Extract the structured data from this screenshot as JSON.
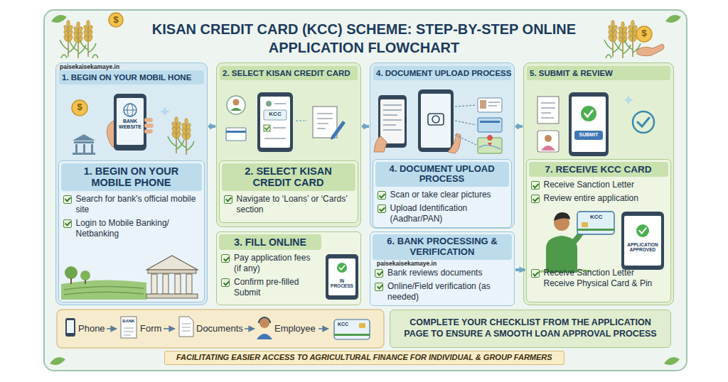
{
  "diagram": {
    "title": "KISAN CREDIT CARD (KCC) SCHEME: STEP-BY-STEP ONLINE APPLICATION FLOWCHART",
    "nodes": [
      {
        "text": [
          "1. BEGIN ON YOUR MOBIL HONE"
        ]
      },
      {
        "text": [
          "1. BEGIN ON YOUR MOBILE PHONE",
          "Search for bank's official mobile site",
          "Login to Mobile Banking/ Netbanking"
        ],
        "in": 0
      },
      {
        "text": [
          "2. SELECT KISAN CREDIT CARD"
        ]
      },
      {
        "text": [
          "2. SELECT KISAN CREDIT CARD",
          "Navigate to ‘Loans’ or ‘Cards’ section"
        ],
        "in": 2
      },
      {
        "text": [
          "3. FILL ONLINE",
          "Pay application fees (if any)",
          "Confirm pre-filled Submit"
        ]
      },
      {
        "text": [
          "4. DOCUMENT UPLOAD PROCESS"
        ]
      },
      {
        "text": [
          "4. DOCUMENT UPLOAD PROCESS",
          "Scan or take clear pictures",
          "Upload Identification (Aadhar/PAN)"
        ],
        "in": 5
      },
      {
        "text": [
          "6. BANK PROCESSING & VERIFICATION",
          "Bank reviews documents",
          "Online/Field verification (as needed)"
        ]
      },
      {
        "text": [
          "5. SUBMIT & REVIEW"
        ]
      },
      {
        "text": [
          "7. RECEIVE KCC CARD",
          "Receive Sanction Letter",
          "Review entire application",
          "Receive Sanction Letter Receive Physical Card & Pin"
        ],
        "in": 8
      },
      {
        "text": [
          "COMPLETE YOUR CHECKLIST FROM THE APPLICATION PAGE TO ENSURE A SMOOTH LOAN APPROVAL PROCESS"
        ]
      },
      {
        "text": [
          "FACILITATING EASIER ACCESS TO AGRICULTURAL FINANCE FOR INDIVIDUAL & GROUP FARMERS"
        ]
      }
    ],
    "edges": [
      {
        "from": 0,
        "to": 2,
        "arrow": "to"
      },
      {
        "from": 2,
        "to": 5,
        "arrow": "to"
      },
      {
        "from": 5,
        "to": 8,
        "arrow": "to"
      },
      {
        "from": 7,
        "to": 9,
        "arrow": "to"
      }
    ],
    "labels": [
      "paisekaisekamaye.in",
      "$",
      "$",
      "BANK WEBSITE",
      "$",
      "KCC",
      "SUBMIT",
      "IN PROCESS",
      "paisekaisekamaye.in",
      "KCC",
      "APPLICATION APPROVED",
      "Phone",
      "BANK",
      "Form",
      "Documents",
      "Employee",
      "KCC"
    ]
  }
}
